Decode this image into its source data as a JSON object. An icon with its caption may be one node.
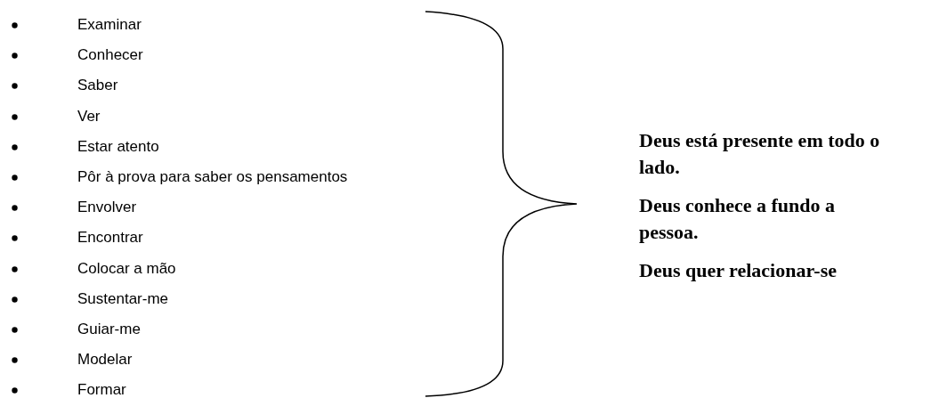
{
  "diagram": {
    "labels": [
      "Examinar",
      "Conhecer",
      "Saber",
      "Ver",
      "Estar atento",
      "Pôr à prova para saber os pensamentos",
      "Envolver",
      "Encontrar",
      "Colocar a mão",
      "Sustentar-me",
      "Guiar-me",
      "Modelar",
      "Formar",
      "Deus está presente em todo o lado.",
      "Deus conhece a fundo a pessoa.",
      "Deus quer relacionar-se"
    ]
  }
}
